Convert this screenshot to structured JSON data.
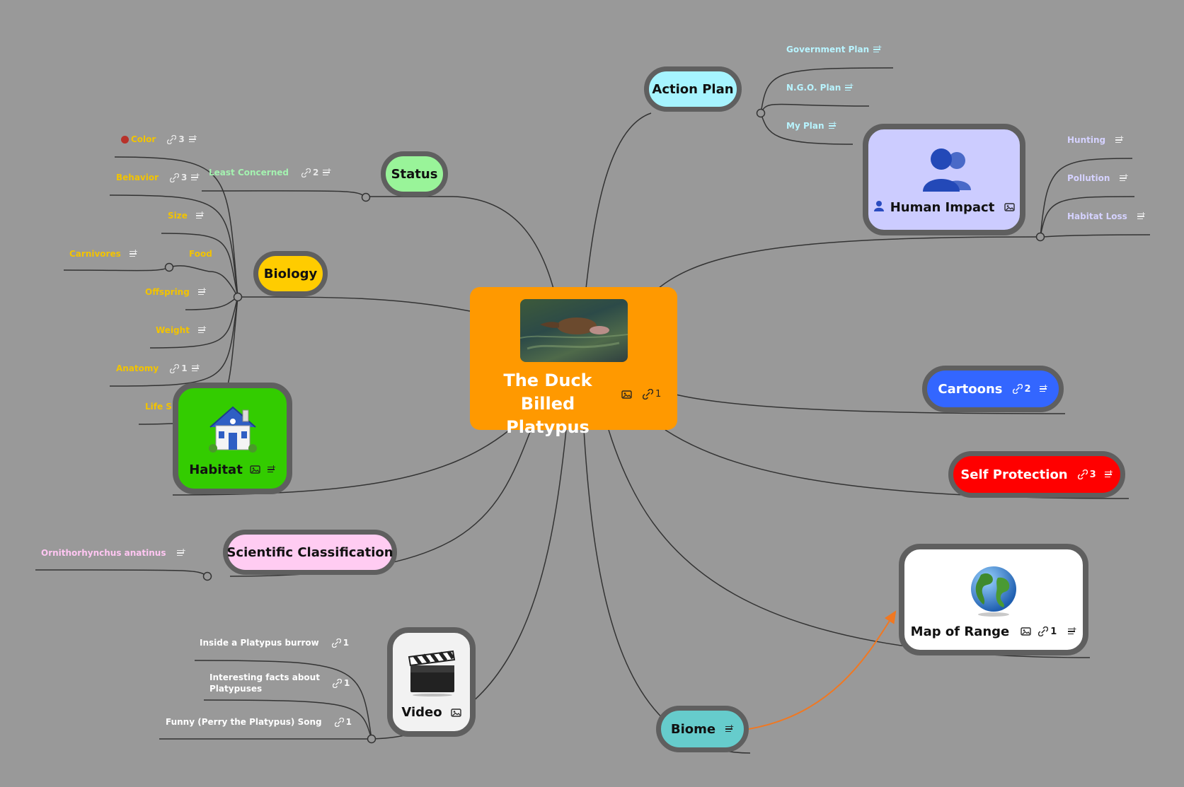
{
  "central": {
    "title_line1": "The Duck Billed",
    "title_line2": "Platypus",
    "link_count": "1"
  },
  "topics": {
    "action_plan": {
      "label": "Action Plan",
      "children": [
        "Government Plan",
        "N.G.O. Plan",
        "My Plan"
      ]
    },
    "status": {
      "label": "Status",
      "child": "Least Concerned",
      "child_links": "2"
    },
    "biology": {
      "label": "Biology",
      "children": [
        {
          "label": "Color",
          "links": "3"
        },
        {
          "label": "Behavior",
          "links": "3"
        },
        {
          "label": "Size"
        },
        {
          "label": "Food",
          "sub": "Carnivores"
        },
        {
          "label": "Offspring"
        },
        {
          "label": "Weight"
        },
        {
          "label": "Anatomy",
          "links": "1"
        },
        {
          "label": "Life Sp"
        }
      ]
    },
    "habitat": {
      "label": "Habitat"
    },
    "human_impact": {
      "label": "Human Impact",
      "children": [
        "Hunting",
        "Pollution",
        "Habitat Loss"
      ]
    },
    "cartoons": {
      "label": "Cartoons",
      "links": "2"
    },
    "self_protection": {
      "label": "Self Protection",
      "links": "3"
    },
    "scientific": {
      "label": "Scientific Classification",
      "child": "Ornithorhynchus anatinus"
    },
    "map_of_range": {
      "label": "Map of Range",
      "links": "1"
    },
    "video": {
      "label": "Video",
      "children": [
        {
          "label": "Inside a Platypus burrow",
          "links": "1"
        },
        {
          "label_line1": "Interesting facts about",
          "label_line2": "Platypuses",
          "links": "1"
        },
        {
          "label": "Funny (Perry the Platypus) Song",
          "links": "1"
        }
      ]
    },
    "biome": {
      "label": "Biome"
    }
  },
  "colors": {
    "background": "#999999",
    "central": "#ff9900",
    "action_plan": "#a6f4ff",
    "status": "#99f499",
    "biology": "#ffcc00",
    "habitat": "#33cc00",
    "human_impact": "#ccccff",
    "cartoons": "#3366ff",
    "self_protection": "#ff0000",
    "scientific": "#ffccf2",
    "map_of_range": "#ffffff",
    "video": "#f2f2f2",
    "biome": "#66cccc",
    "relation_arrow": "#f07822"
  }
}
